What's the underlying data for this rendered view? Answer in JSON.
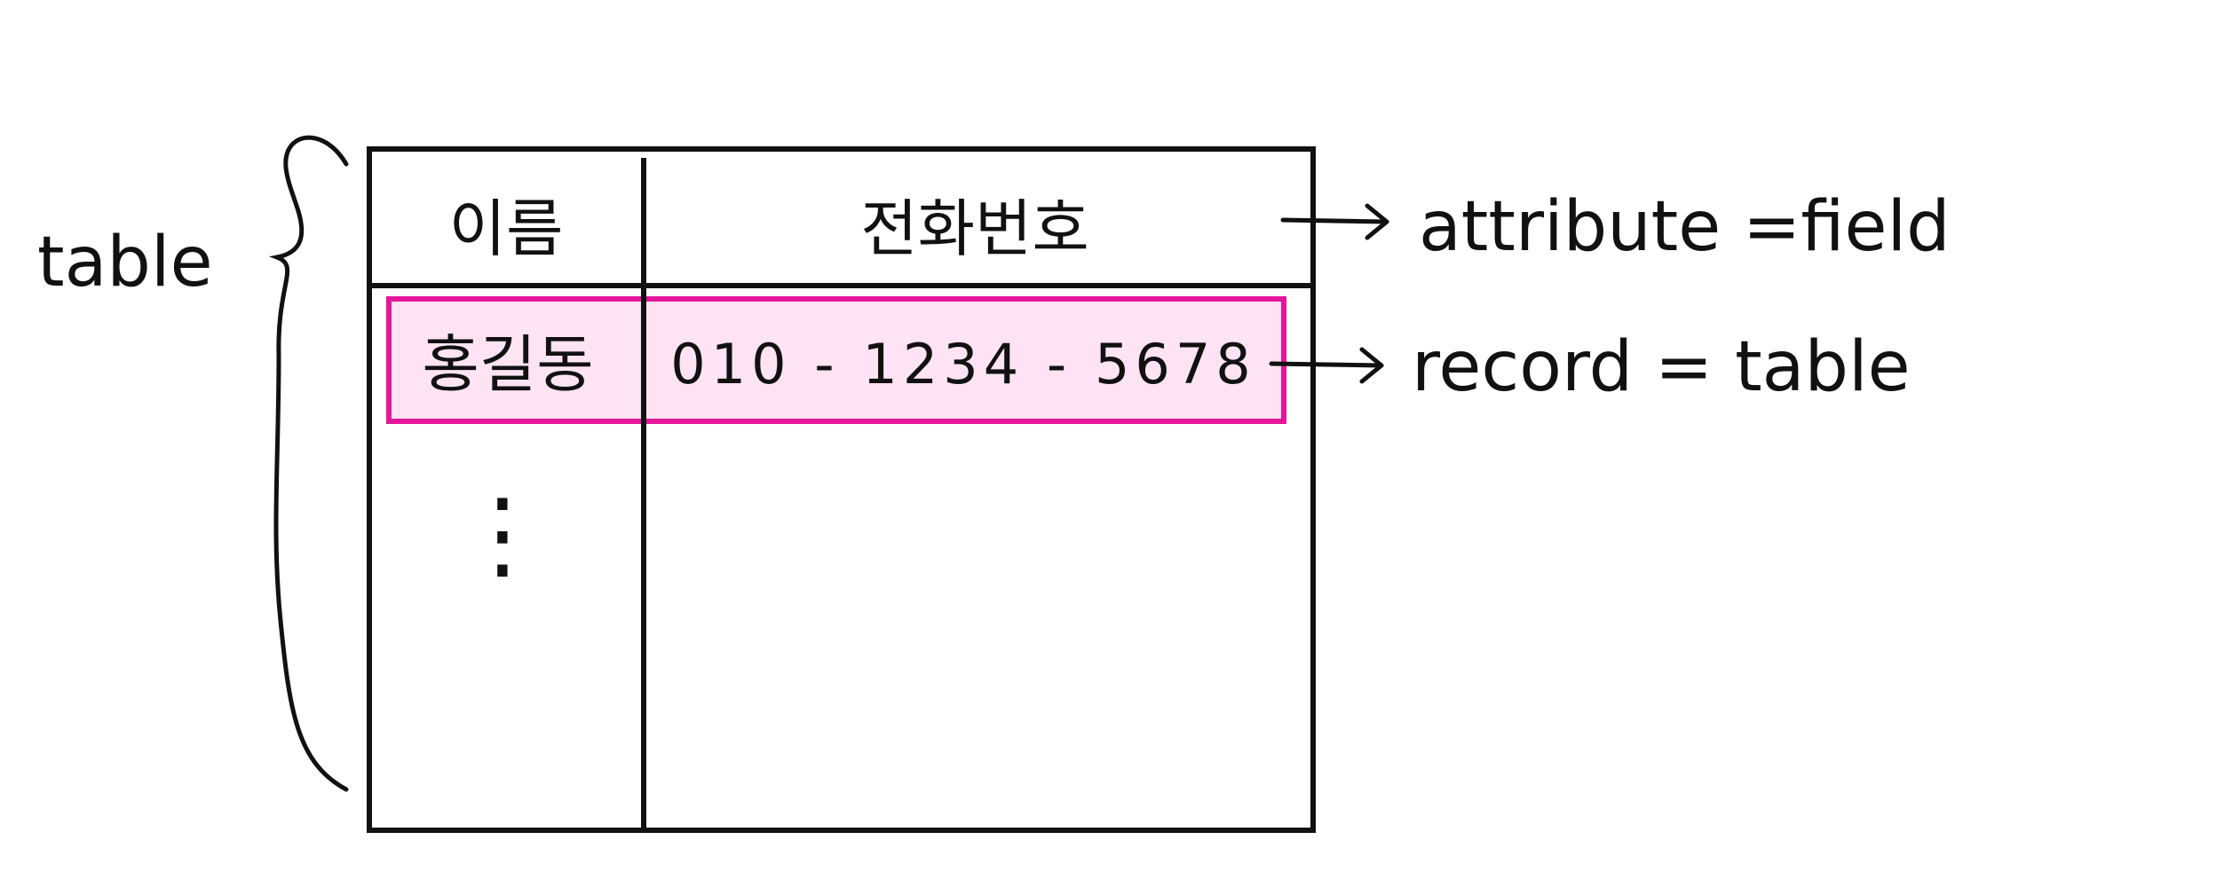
{
  "colors": {
    "ink": "#111111",
    "highlight_stroke": "#e5169b",
    "highlight_fill": "#fde3f3",
    "background": "#ffffff"
  },
  "labels": {
    "table": "table",
    "attribute": "attribute =field",
    "record": "record = table"
  },
  "table": {
    "headers": [
      "이름",
      "전화번호"
    ],
    "row": [
      "홍길동",
      "010 - 1234 - 5678"
    ],
    "continuation": "⋮"
  },
  "icons": {
    "brace": "left-curly-brace",
    "arrows": [
      "right-arrow",
      "right-arrow"
    ]
  }
}
